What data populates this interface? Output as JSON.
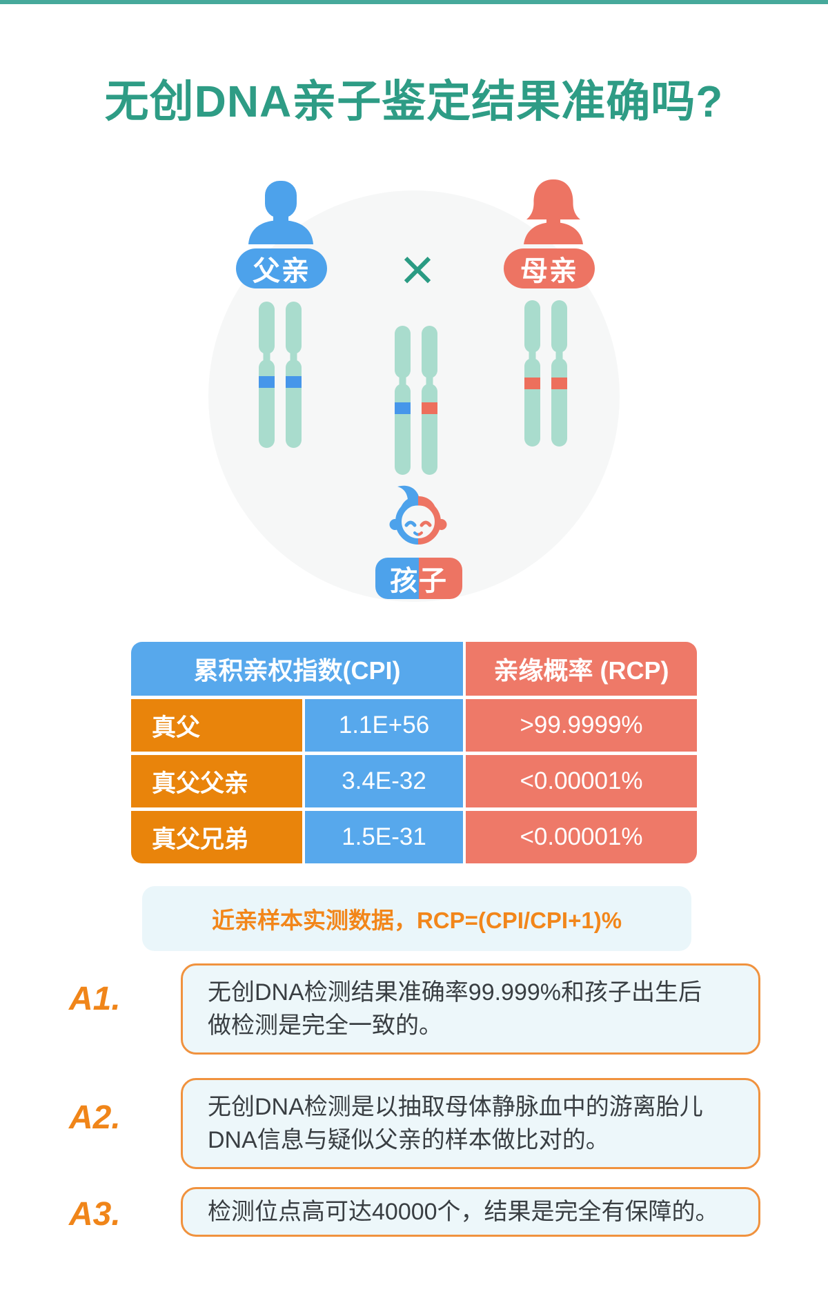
{
  "title": "无创DNA亲子鉴定结果准确吗?",
  "diagram": {
    "father_label": "父亲",
    "mother_label": "母亲",
    "child_label": "孩子",
    "cross_symbol": "×"
  },
  "table": {
    "header_cpi": "累积亲权指数(CPI)",
    "header_rcp": "亲缘概率 (RCP)",
    "rows": [
      {
        "label": "真父",
        "cpi": "1.1E+56",
        "rcp": ">99.9999%"
      },
      {
        "label": "真父父亲",
        "cpi": "3.4E-32",
        "rcp": "<0.00001%"
      },
      {
        "label": "真父兄弟",
        "cpi": "1.5E-31",
        "rcp": "<0.00001%"
      }
    ],
    "note": "近亲样本实测数据，RCP=(CPI/CPI+1)%"
  },
  "answers": [
    {
      "id": "A1.",
      "text": "无创DNA检测结果准确率99.999%和孩子出生后做检测是完全一致的。"
    },
    {
      "id": "A2.",
      "text": "无创DNA检测是以抽取母体静脉血中的游离胎儿DNA信息与疑似父亲的样本做比对的。"
    },
    {
      "id": "A3.",
      "text": "检测位点高可达40000个，结果是完全有保障的。"
    }
  ],
  "colors": {
    "accent_teal": "#2e9c85",
    "father_blue": "#4da2eb",
    "mother_coral": "#ed7463",
    "table_blue": "#57a8ec",
    "table_red": "#ee7968",
    "table_orange": "#e9840b",
    "chromosome_mint": "#a9dccd",
    "band_blue": "#4696ea",
    "band_red": "#ed6f5c",
    "note_orange": "#f2861a",
    "answer_border_orange": "#f0923e"
  }
}
